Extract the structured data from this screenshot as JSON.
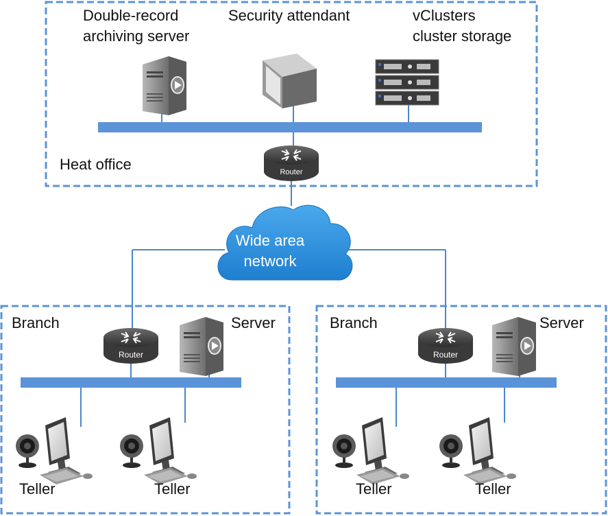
{
  "head_office": {
    "label": "Heat office",
    "server1_label_line1": "Double-record",
    "server1_label_line2": "archiving server",
    "attendant_label": "Security attendant",
    "storage_label_line1": "vClusters",
    "storage_label_line2": "cluster storage",
    "router_label": "Router"
  },
  "wan": {
    "label_line1": "Wide area",
    "label_line2": "network"
  },
  "branches": [
    {
      "label": "Branch",
      "server_label": "Server",
      "router_label": "Router",
      "teller1_label": "Teller",
      "teller2_label": "Teller"
    },
    {
      "label": "Branch",
      "server_label": "Server",
      "router_label": "Router",
      "teller1_label": "Teller",
      "teller2_label": "Teller"
    }
  ],
  "colors": {
    "dashed_border": "#5b93d8",
    "bus": "#5b93d8",
    "link": "#4a86c8",
    "cloud": "#2a8fd8",
    "router": "#4a4a4a",
    "server": "#8a8a8a"
  }
}
